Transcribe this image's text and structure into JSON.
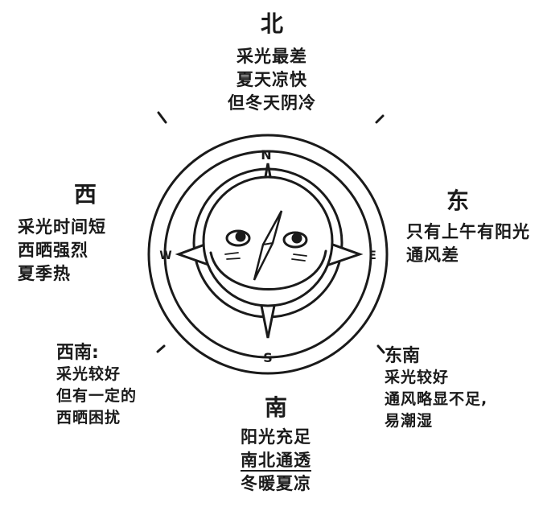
{
  "directions": {
    "north": {
      "title": "北",
      "lines": [
        "采光最差",
        "夏天凉快",
        "但冬天阴冷"
      ]
    },
    "west": {
      "title": "西",
      "lines": [
        "采光时间短",
        "西晒强烈",
        "夏季热"
      ]
    },
    "east": {
      "title": "东",
      "lines": [
        "只有上午有阳光",
        "通风差"
      ]
    },
    "southwest": {
      "title": "西南:",
      "lines": [
        "采光较好",
        "但有一定的",
        "西晒困扰"
      ]
    },
    "southeast": {
      "title": "东南",
      "lines": [
        "采光较好",
        "通风略显不足,",
        "易潮湿"
      ]
    },
    "south": {
      "title": "南",
      "lines": [
        "阳光充足",
        "南北通透",
        "冬暖夏凉"
      ]
    }
  },
  "compass": {
    "n": "N",
    "s": "S",
    "e": "E",
    "w": "W"
  }
}
